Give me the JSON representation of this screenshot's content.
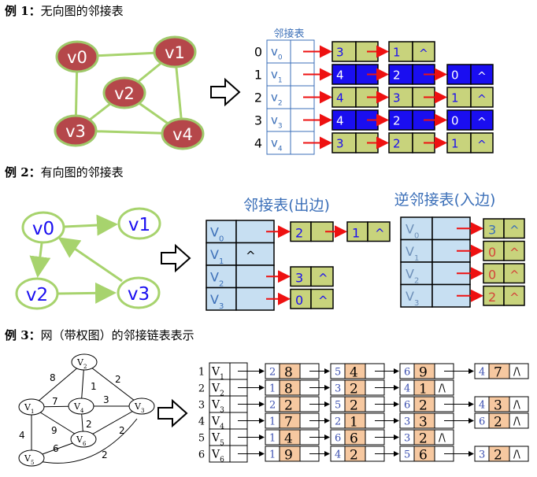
{
  "titles": {
    "ex1": {
      "prefix": "例 1：",
      "text": "无向图的邻接表"
    },
    "ex2": {
      "prefix": "例 2：",
      "text": "有向图的邻接表"
    },
    "ex3": {
      "prefix": "例 3：",
      "text": "网（带权图）的邻接链表表示"
    }
  },
  "ex1": {
    "nodes": [
      "v0",
      "v1",
      "v2",
      "v3",
      "v4"
    ],
    "table_header": "邻接表",
    "rows": [
      {
        "index": "0",
        "vertex": "v",
        "sub": "0",
        "chain": [
          {
            "v": "3",
            "blue": false
          },
          {
            "v": "1",
            "blue": false
          }
        ]
      },
      {
        "index": "1",
        "vertex": "v",
        "sub": "1",
        "chain": [
          {
            "v": "4",
            "blue": true
          },
          {
            "v": "2",
            "blue": true
          },
          {
            "v": "0",
            "blue": true
          }
        ]
      },
      {
        "index": "2",
        "vertex": "v",
        "sub": "2",
        "chain": [
          {
            "v": "4",
            "blue": false
          },
          {
            "v": "3",
            "blue": false
          },
          {
            "v": "1",
            "blue": false
          }
        ]
      },
      {
        "index": "3",
        "vertex": "v",
        "sub": "3",
        "chain": [
          {
            "v": "4",
            "blue": true
          },
          {
            "v": "2",
            "blue": true
          },
          {
            "v": "0",
            "blue": true
          }
        ]
      },
      {
        "index": "4",
        "vertex": "v",
        "sub": "4",
        "chain": [
          {
            "v": "3",
            "blue": false
          },
          {
            "v": "2",
            "blue": false
          },
          {
            "v": "1",
            "blue": false
          }
        ]
      }
    ],
    "null_mark": "^"
  },
  "ex2": {
    "nodes": [
      "v0",
      "v1",
      "v2",
      "v3"
    ],
    "out_title": "邻接表(出边)",
    "in_title": "逆邻接表(入边)",
    "out_rows": [
      {
        "vertex": "V",
        "sub": "0",
        "mark": "",
        "chain": [
          "2",
          "1"
        ]
      },
      {
        "vertex": "V",
        "sub": "1",
        "mark": "^",
        "chain": []
      },
      {
        "vertex": "V",
        "sub": "2",
        "mark": "",
        "chain": [
          "3"
        ]
      },
      {
        "vertex": "V",
        "sub": "3",
        "mark": "",
        "chain": [
          "0"
        ]
      }
    ],
    "in_rows": [
      {
        "vertex": "V",
        "sub": "0",
        "chain": [
          "3"
        ]
      },
      {
        "vertex": "V",
        "sub": "1",
        "chain": [
          "0"
        ]
      },
      {
        "vertex": "V",
        "sub": "2",
        "chain": [
          "0"
        ]
      },
      {
        "vertex": "V",
        "sub": "3",
        "chain": [
          "2"
        ]
      }
    ],
    "null_mark": "^"
  },
  "ex3": {
    "nodes": [
      {
        "v": "V",
        "sub": "1"
      },
      {
        "v": "V",
        "sub": "2"
      },
      {
        "v": "V",
        "sub": "3"
      },
      {
        "v": "V",
        "sub": "4"
      },
      {
        "v": "V",
        "sub": "5"
      },
      {
        "v": "V",
        "sub": "6"
      }
    ],
    "edge_weights": [
      "8",
      "2",
      "7",
      "1",
      "3",
      "9",
      "2",
      "4",
      "6",
      "2",
      "2"
    ],
    "rows": [
      {
        "index": "1",
        "v": "V",
        "sub": "1",
        "chain": [
          [
            "2",
            "8"
          ],
          [
            "5",
            "4"
          ],
          [
            "6",
            "9"
          ],
          [
            "4",
            "7"
          ]
        ]
      },
      {
        "index": "2",
        "v": "V",
        "sub": "2",
        "chain": [
          [
            "1",
            "8"
          ],
          [
            "3",
            "2"
          ],
          [
            "4",
            "1"
          ]
        ]
      },
      {
        "index": "3",
        "v": "V",
        "sub": "3",
        "chain": [
          [
            "2",
            "2"
          ],
          [
            "5",
            "2"
          ],
          [
            "6",
            "2"
          ],
          [
            "4",
            "3"
          ]
        ]
      },
      {
        "index": "4",
        "v": "V",
        "sub": "4",
        "chain": [
          [
            "1",
            "7"
          ],
          [
            "2",
            "1"
          ],
          [
            "3",
            "3"
          ],
          [
            "6",
            "2"
          ]
        ]
      },
      {
        "index": "5",
        "v": "V",
        "sub": "5",
        "chain": [
          [
            "1",
            "4"
          ],
          [
            "6",
            "6"
          ],
          [
            "3",
            "2"
          ]
        ]
      },
      {
        "index": "6",
        "v": "V",
        "sub": "6",
        "chain": [
          [
            "1",
            "9"
          ],
          [
            "4",
            "2"
          ],
          [
            "5",
            "6"
          ],
          [
            "3",
            "2"
          ]
        ]
      }
    ],
    "null_mark": "/\\"
  },
  "colors": {
    "ex1_node": "#b5474a",
    "ex1_node_stroke": "#9fc96a",
    "edge_green": "#a7d36d",
    "olive": "#c8d37c",
    "blue": "#1a0ef0",
    "red": "#ee1111",
    "table_text": "#3b6fb8",
    "light_blue": "#c7dff2",
    "orange": "#f6c8a0"
  }
}
